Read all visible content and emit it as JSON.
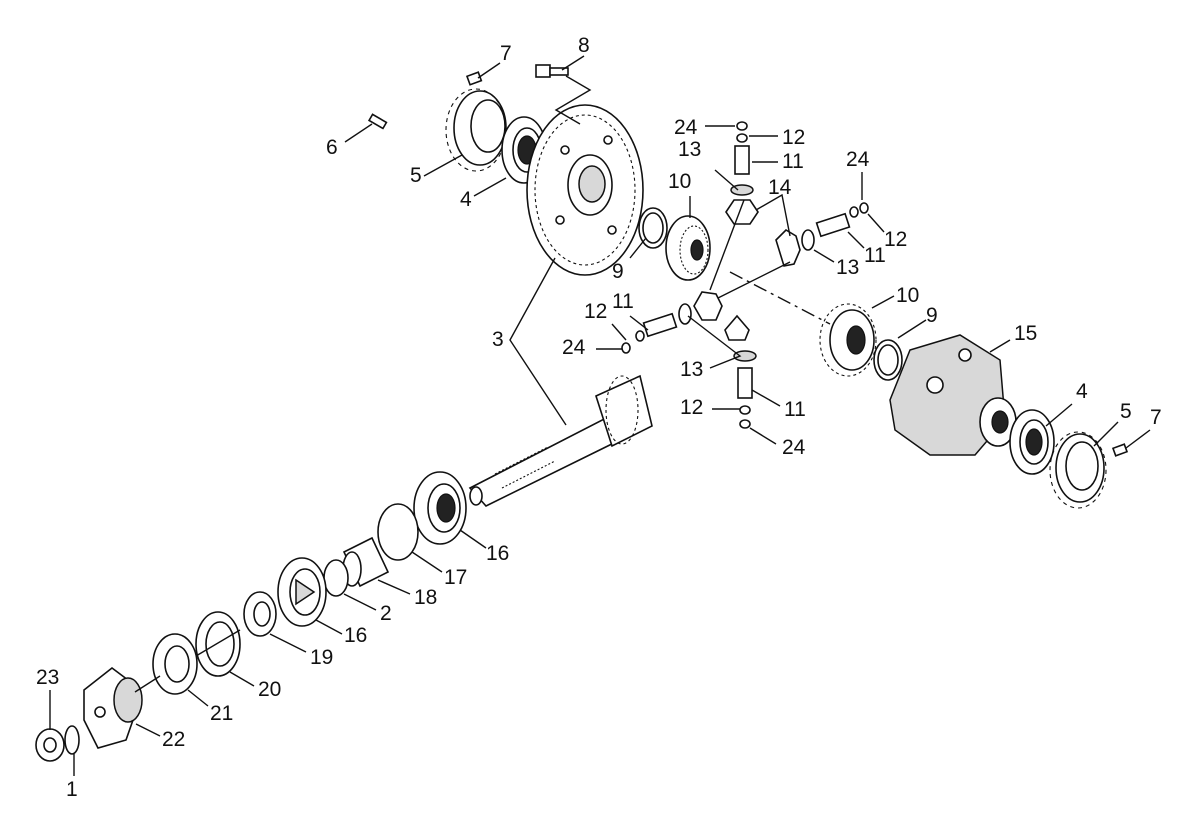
{
  "callouts": [
    {
      "id": "c7a",
      "text": "7"
    },
    {
      "id": "c8",
      "text": "8"
    },
    {
      "id": "c6",
      "text": "6"
    },
    {
      "id": "c5a",
      "text": "5"
    },
    {
      "id": "c4a",
      "text": "4"
    },
    {
      "id": "c24a",
      "text": "24"
    },
    {
      "id": "c12a",
      "text": "12"
    },
    {
      "id": "c13a",
      "text": "13"
    },
    {
      "id": "c11a",
      "text": "11"
    },
    {
      "id": "c10a",
      "text": "10"
    },
    {
      "id": "c14",
      "text": "14"
    },
    {
      "id": "c24b",
      "text": "24"
    },
    {
      "id": "c12b",
      "text": "12"
    },
    {
      "id": "c11b",
      "text": "11"
    },
    {
      "id": "c13b",
      "text": "13"
    },
    {
      "id": "c9a",
      "text": "9"
    },
    {
      "id": "c11c",
      "text": "11"
    },
    {
      "id": "c12c",
      "text": "12"
    },
    {
      "id": "c3",
      "text": "3"
    },
    {
      "id": "c24c",
      "text": "24"
    },
    {
      "id": "c13c",
      "text": "13"
    },
    {
      "id": "c12d",
      "text": "12"
    },
    {
      "id": "c11d",
      "text": "11"
    },
    {
      "id": "c24d",
      "text": "24"
    },
    {
      "id": "c10b",
      "text": "10"
    },
    {
      "id": "c9b",
      "text": "9"
    },
    {
      "id": "c15",
      "text": "15"
    },
    {
      "id": "c4b",
      "text": "4"
    },
    {
      "id": "c5b",
      "text": "5"
    },
    {
      "id": "c7b",
      "text": "7"
    },
    {
      "id": "c16a",
      "text": "16"
    },
    {
      "id": "c17",
      "text": "17"
    },
    {
      "id": "c18",
      "text": "18"
    },
    {
      "id": "c2",
      "text": "2"
    },
    {
      "id": "c16b",
      "text": "16"
    },
    {
      "id": "c19",
      "text": "19"
    },
    {
      "id": "c20",
      "text": "20"
    },
    {
      "id": "c21",
      "text": "21"
    },
    {
      "id": "c22",
      "text": "22"
    },
    {
      "id": "c23",
      "text": "23"
    },
    {
      "id": "c1",
      "text": "1"
    }
  ]
}
